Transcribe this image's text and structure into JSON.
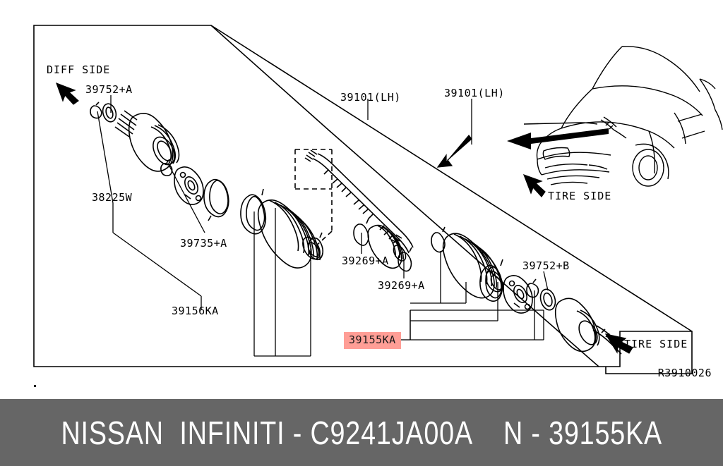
{
  "banner": {
    "brand_line": "NISSAN  INFINITI - C9241JA00A    N - 39155KA",
    "background_color": "#666666",
    "text_color": "#ffffff"
  },
  "diagram": {
    "drawing_ref": "R3910026",
    "highlight_color": "#ff9e96",
    "line_color": "#000000",
    "background_color": "#ffffff",
    "side_labels": [
      {
        "id": "diff-side",
        "text": "DIFF SIDE"
      },
      {
        "id": "tire-side-car",
        "text": "TIRE SIDE"
      },
      {
        "id": "tire-side-shaft",
        "text": "TIRE SIDE"
      }
    ],
    "callouts": [
      {
        "id": "39752A",
        "text": "39752+A",
        "highlighted": false
      },
      {
        "id": "38225W",
        "text": "38225W",
        "highlighted": false
      },
      {
        "id": "39735A",
        "text": "39735+A",
        "highlighted": false
      },
      {
        "id": "39156KA",
        "text": "39156KA",
        "highlighted": false
      },
      {
        "id": "39101LH-left",
        "text": "39101(LH)",
        "highlighted": false
      },
      {
        "id": "39101LH-right",
        "text": "39101(LH)",
        "highlighted": false
      },
      {
        "id": "39269A-upper",
        "text": "39269+A",
        "highlighted": false
      },
      {
        "id": "39269A-lower",
        "text": "39269+A",
        "highlighted": false
      },
      {
        "id": "39155KA",
        "text": "39155KA",
        "highlighted": true
      },
      {
        "id": "39752B",
        "text": "39752+B",
        "highlighted": false
      }
    ]
  }
}
